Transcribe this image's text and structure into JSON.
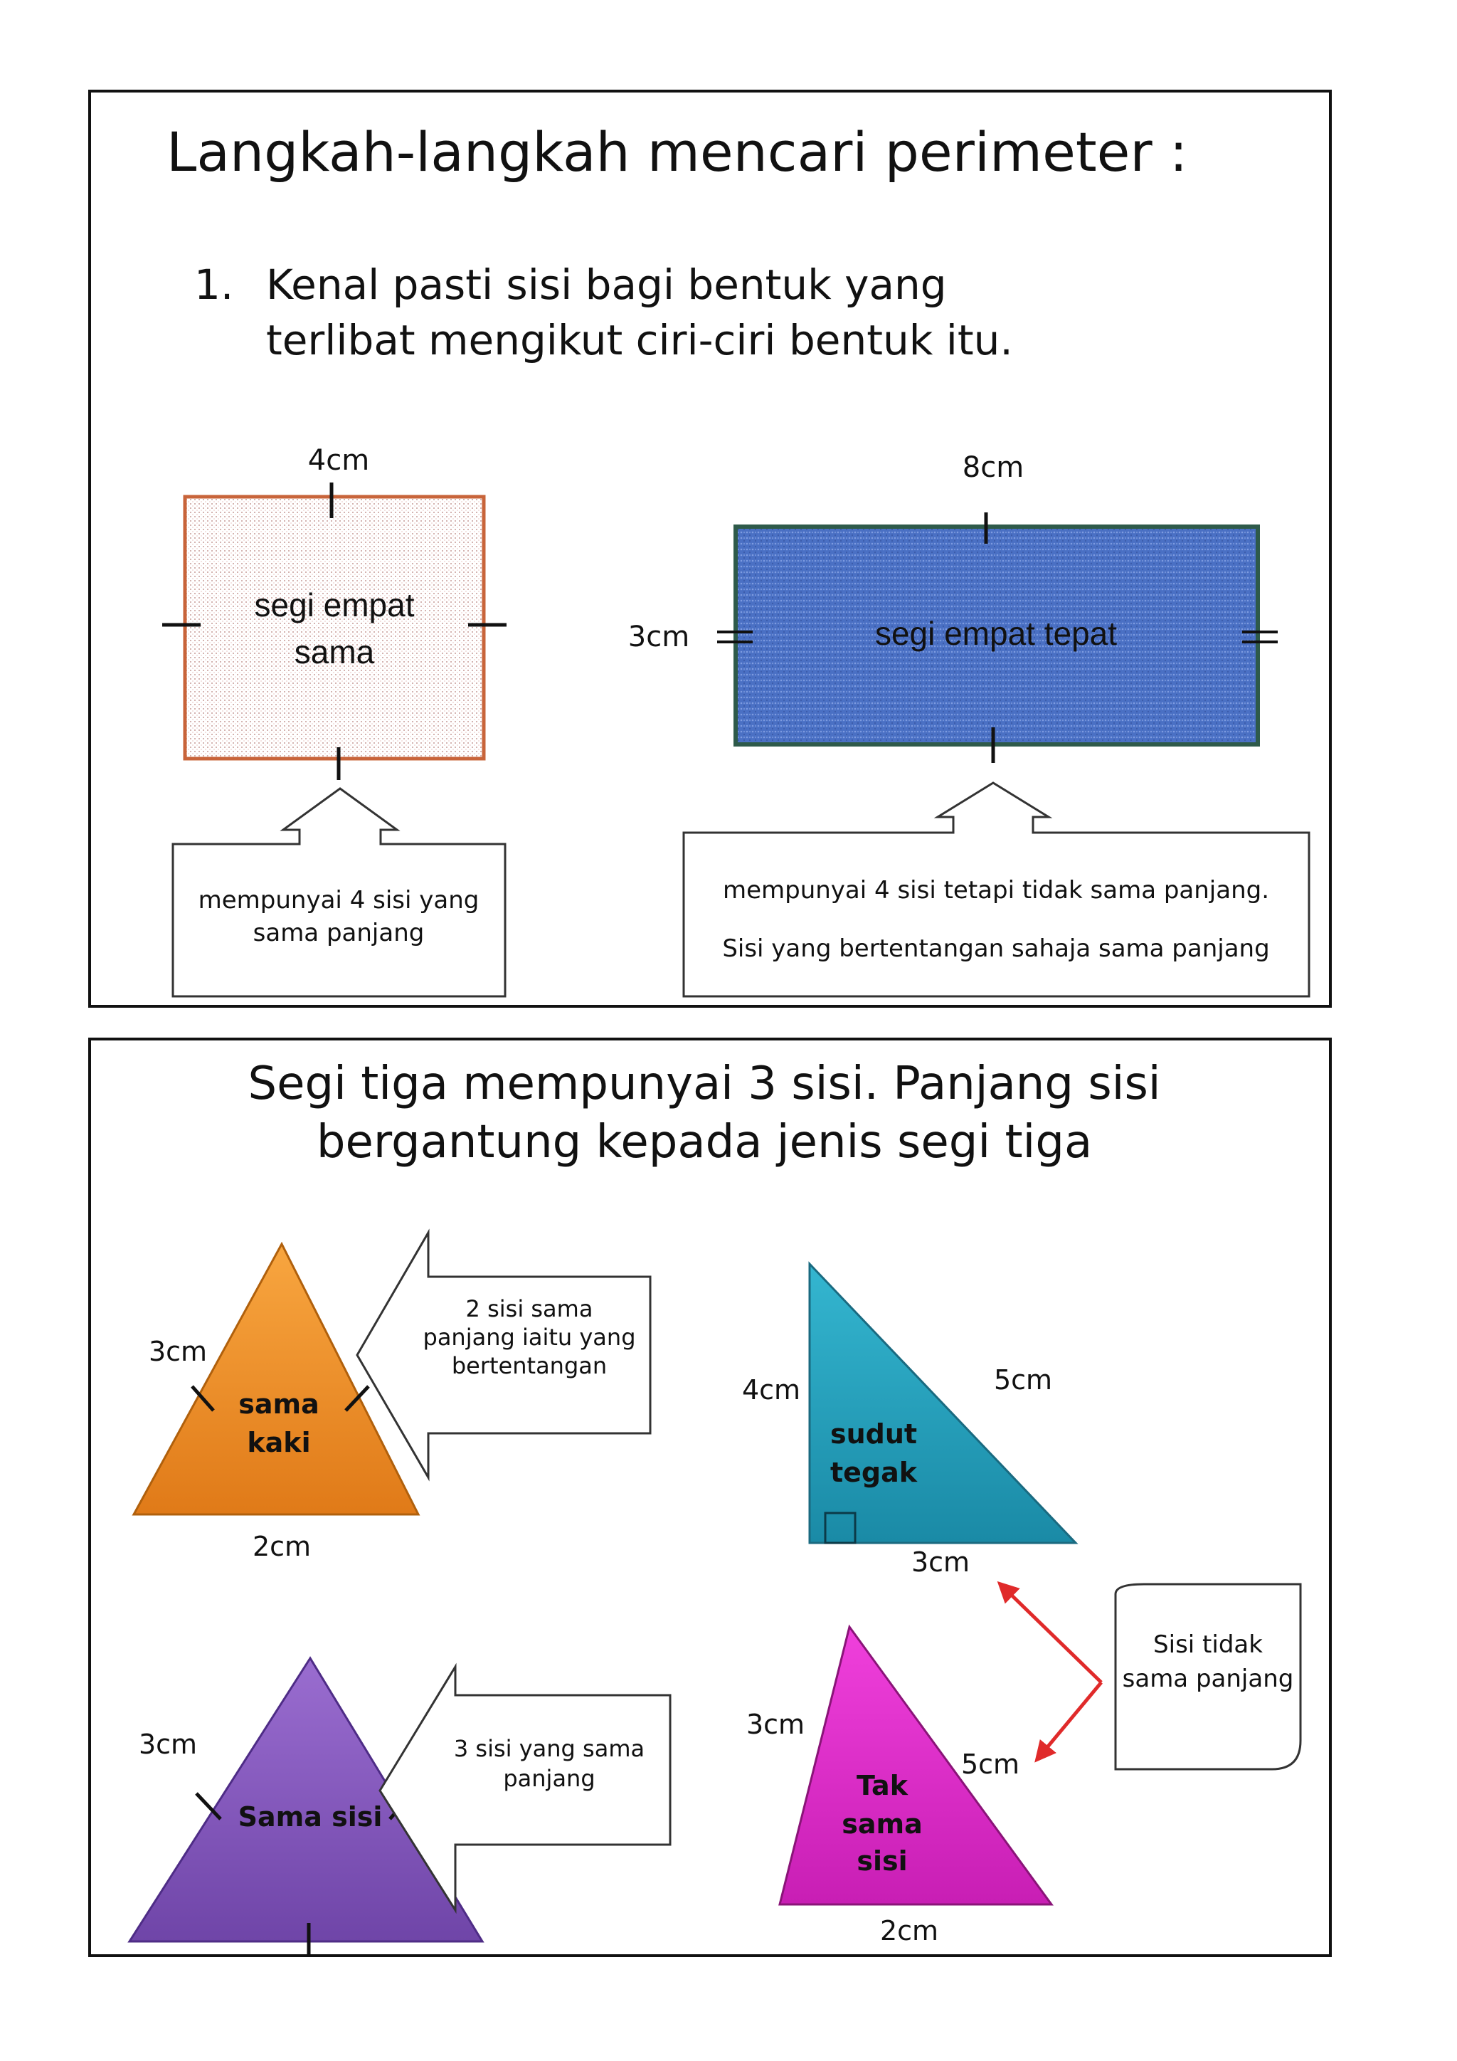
{
  "panel1": {
    "title": "Langkah-langkah mencari perimeter :",
    "step_number": "1.",
    "step_line1": "Kenal pasti sisi bagi bentuk yang",
    "step_line2": "terlibat mengikut ciri-ciri bentuk itu.",
    "square": {
      "side_label": "4cm",
      "name_line1": "segi empat",
      "name_line2": "sama",
      "note_line1": "mempunyai 4 sisi yang",
      "note_line2": "sama panjang"
    },
    "rectangle": {
      "width_label": "8cm",
      "height_label": "3cm",
      "name": "segi empat tepat",
      "note_line1": "mempunyai 4 sisi tetapi tidak sama panjang.",
      "note_line2": "Sisi yang bertentangan sahaja sama panjang"
    }
  },
  "panel2": {
    "title_line1": "Segi tiga mempunyai 3 sisi. Panjang sisi",
    "title_line2": "bergantung kepada jenis segi tiga",
    "isosceles": {
      "side_label": "3cm",
      "base_label": "2cm",
      "name_line1": "sama",
      "name_line2": "kaki",
      "note_line1": "2 sisi sama",
      "note_line2": "panjang iaitu yang",
      "note_line3": "bertentangan"
    },
    "equilateral": {
      "side_label": "3cm",
      "name": "Sama sisi",
      "note_line1": "3 sisi yang sama",
      "note_line2": "panjang"
    },
    "right_angle": {
      "height_label": "4cm",
      "hyp_label": "5cm",
      "base_label": "3cm",
      "name_line1": "sudut",
      "name_line2": "tegak"
    },
    "scalene": {
      "left_label": "3cm",
      "right_label": "5cm",
      "base_label": "2cm",
      "name_line1": "Tak",
      "name_line2": "sama",
      "name_line3": "sisi"
    },
    "unequal_note_line1": "Sisi tidak",
    "unequal_note_line2": "sama panjang"
  },
  "colors": {
    "square_fill": "#d9aaa6",
    "square_border": "#c8643a",
    "rect_fill": "#4f74c8",
    "rect_border": "#2e5a4a",
    "isosceles_fill": "#f0902a",
    "equilateral_fill": "#8a5fc0",
    "right_fill": "#2aa6c0",
    "scalene_fill": "#e030cc",
    "arrow_red": "#e02a2a"
  }
}
